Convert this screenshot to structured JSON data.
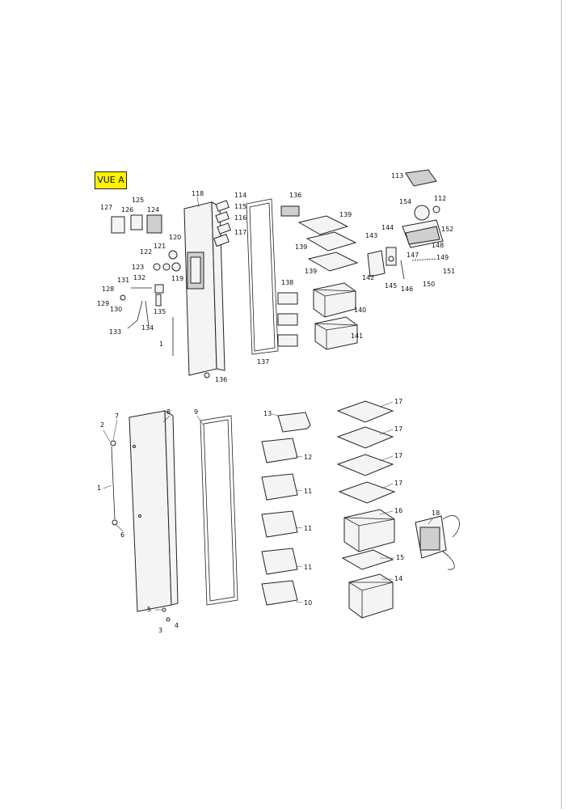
{
  "view_label": "VUE A",
  "labels": {
    "l113": "113",
    "l112": "112",
    "l154": "154",
    "l152": "152",
    "l148": "148",
    "l147": "147",
    "l149": "149",
    "l151": "151",
    "l150": "150",
    "l146": "146",
    "l145": "145",
    "l144": "144",
    "l143": "143",
    "l142": "142",
    "l118": "118",
    "l114": "114",
    "l115": "115",
    "l116": "116",
    "l117": "117",
    "l136a": "136",
    "l139a": "139",
    "l139b": "139",
    "l139c": "139",
    "l138": "138",
    "l140": "140",
    "l141": "141",
    "l137": "137",
    "l136b": "136",
    "l127": "127",
    "l126": "126",
    "l125": "125",
    "l124": "124",
    "l120": "120",
    "l121": "121",
    "l122": "122",
    "l123": "123",
    "l119": "119",
    "l131": "131",
    "l132": "132",
    "l128": "128",
    "l129": "129",
    "l130": "130",
    "l135": "135",
    "l133": "133",
    "l134": "134",
    "l1a": "1",
    "l8": "8",
    "l9": "9",
    "l7": "7",
    "l2": "2",
    "l1b": "1",
    "l6": "6",
    "l5": "5",
    "l3": "3",
    "l4": "4",
    "l13": "13",
    "l12": "12",
    "l11a": "11",
    "l11b": "11",
    "l11c": "11",
    "l10": "10",
    "l17a": "17",
    "l17b": "17",
    "l17c": "17",
    "l17d": "17",
    "l16": "16",
    "l15": "15",
    "l14": "14",
    "l18": "18"
  }
}
